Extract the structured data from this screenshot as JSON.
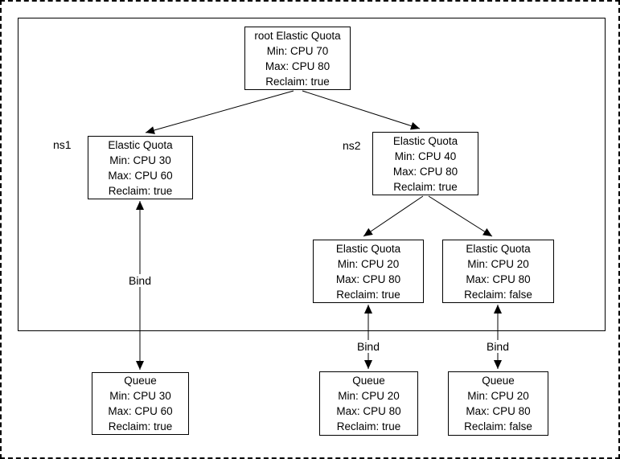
{
  "diagram": {
    "labels": {
      "ns1": "ns1",
      "ns2": "ns2",
      "bind": "Bind"
    },
    "nodes": {
      "root": {
        "title": "root Elastic Quota",
        "min": "Min: CPU 70",
        "max": "Max: CPU 80",
        "reclaim": "Reclaim: true"
      },
      "ns1_quota": {
        "title": "Elastic Quota",
        "min": "Min: CPU 30",
        "max": "Max: CPU 60",
        "reclaim": "Reclaim: true"
      },
      "ns2_quota": {
        "title": "Elastic Quota",
        "min": "Min: CPU 40",
        "max": "Max: CPU 80",
        "reclaim": "Reclaim: true"
      },
      "ns2_child_left": {
        "title": "Elastic Quota",
        "min": "Min: CPU 20",
        "max": "Max: CPU 80",
        "reclaim": "Reclaim: true"
      },
      "ns2_child_right": {
        "title": "Elastic Quota",
        "min": "Min: CPU 20",
        "max": "Max: CPU 80",
        "reclaim": "Reclaim: false"
      },
      "queue_left": {
        "title": "Queue",
        "min": "Min: CPU 30",
        "max": "Max: CPU 60",
        "reclaim": "Reclaim: true"
      },
      "queue_mid": {
        "title": "Queue",
        "min": "Min: CPU 20",
        "max": "Max: CPU 80",
        "reclaim": "Reclaim: true"
      },
      "queue_right": {
        "title": "Queue",
        "min": "Min: CPU 20",
        "max": "Max: CPU 80",
        "reclaim": "Reclaim: false"
      }
    },
    "colors": {
      "stroke": "#000000",
      "background": "#ffffff"
    }
  }
}
